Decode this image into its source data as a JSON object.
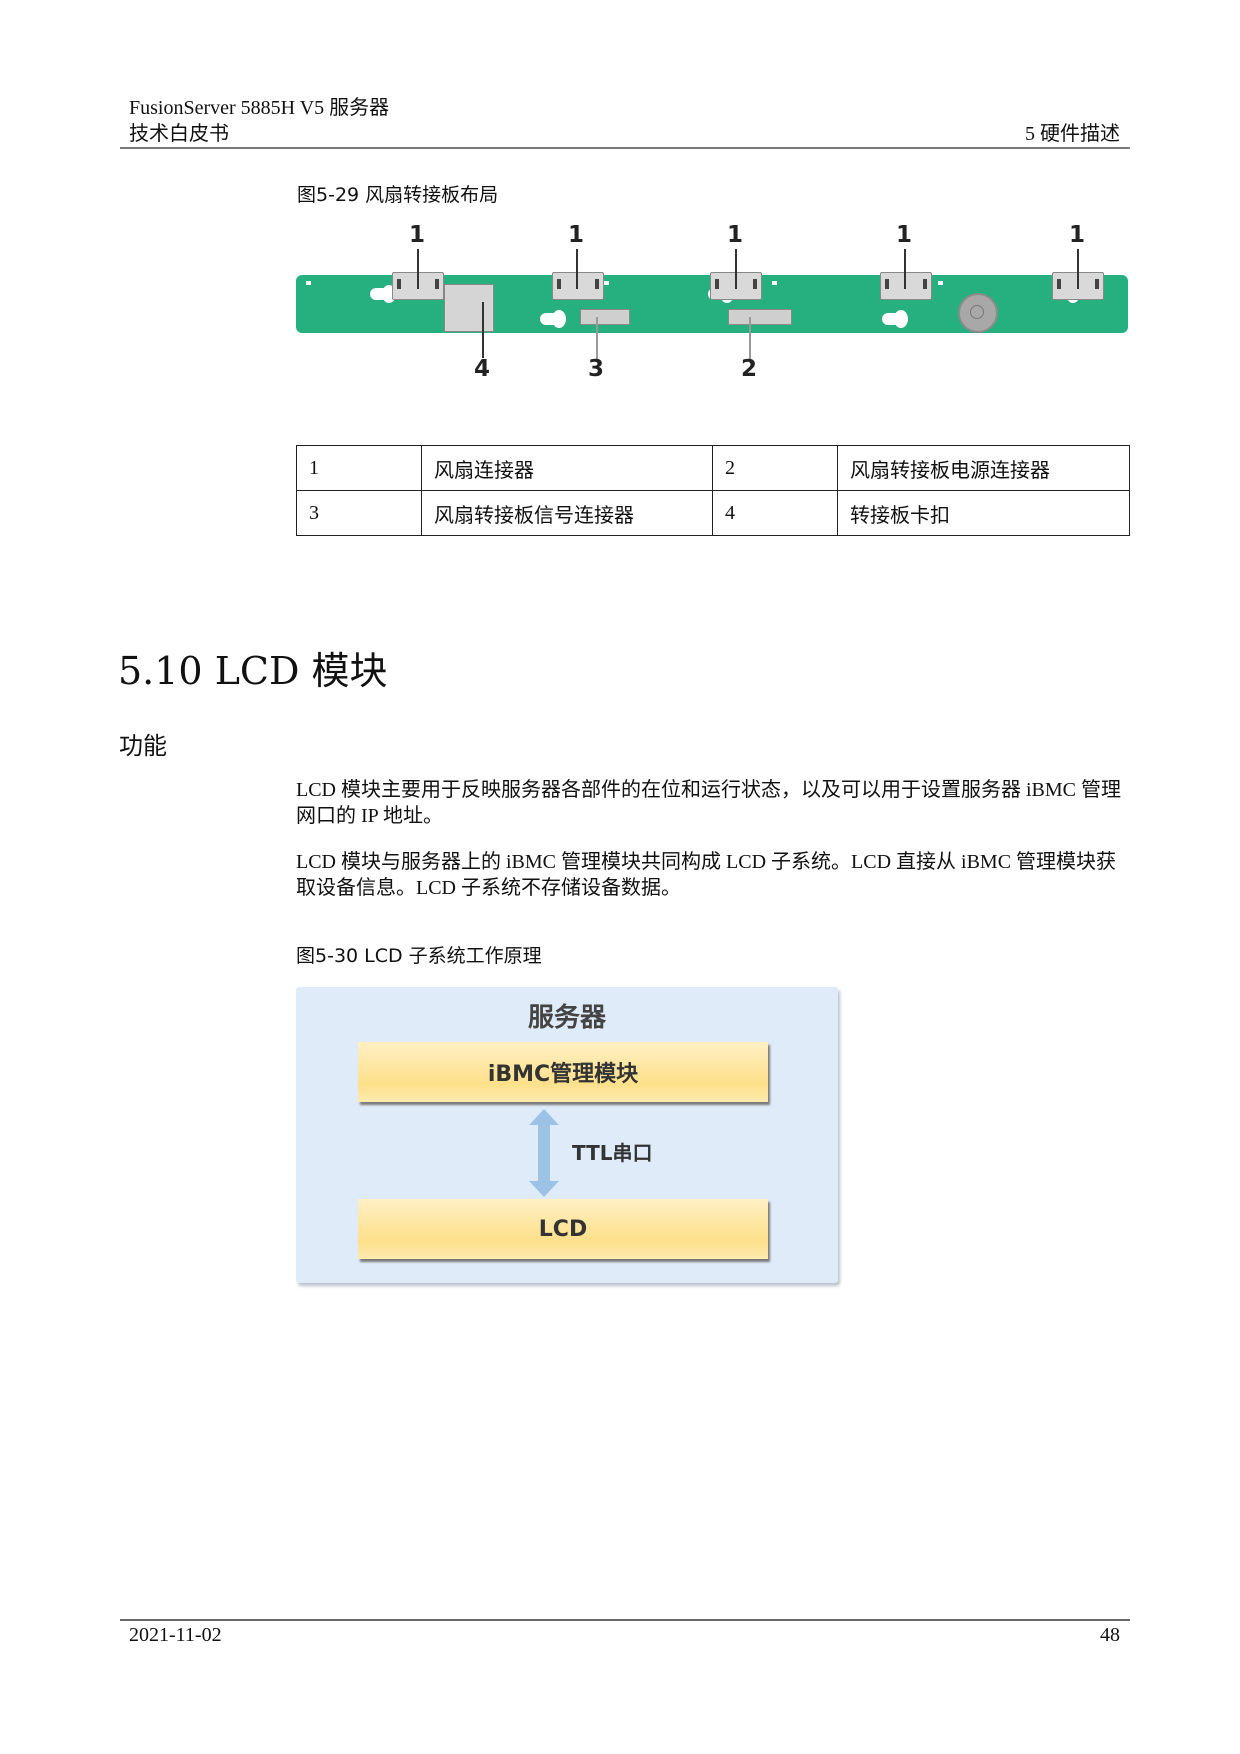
{
  "header": {
    "doc_title": "FusionServer 5885H V5  服务器",
    "doc_subtitle": "技术白皮书",
    "chapter": "5  硬件描述"
  },
  "figure_5_29": {
    "caption": "图5-29 风扇转接板布局",
    "callouts": [
      "1",
      "1",
      "1",
      "1",
      "1",
      "4",
      "3",
      "2"
    ],
    "board_color": "#27b07f"
  },
  "legend_table": {
    "rows": [
      [
        "1",
        "风扇连接器",
        "2",
        "风扇转接板电源连接器"
      ],
      [
        "3",
        "风扇转接板信号连接器",
        "4",
        "转接板卡扣"
      ]
    ]
  },
  "section": {
    "title": "5.10 LCD 模块",
    "subtitle": "功能",
    "paragraphs": [
      "LCD 模块主要用于反映服务器各部件的在位和运行状态，以及可以用于设置服务器 iBMC 管理网口的 IP 地址。",
      "LCD 模块与服务器上的 iBMC 管理模块共同构成 LCD 子系统。LCD 直接从 iBMC 管理模块获取设备信息。LCD 子系统不存储设备数据。"
    ]
  },
  "figure_5_30": {
    "caption": "图5-30 LCD 子系统工作原理",
    "container_label": "服务器",
    "top_box": "iBMC管理模块",
    "link_label": "TTL串口",
    "bottom_box": "LCD",
    "bg_color": "#dfebf8",
    "box_color": "#fde08a",
    "arrow_color": "#9cc3e6"
  },
  "footer": {
    "date": "2021-11-02",
    "page": "48"
  }
}
